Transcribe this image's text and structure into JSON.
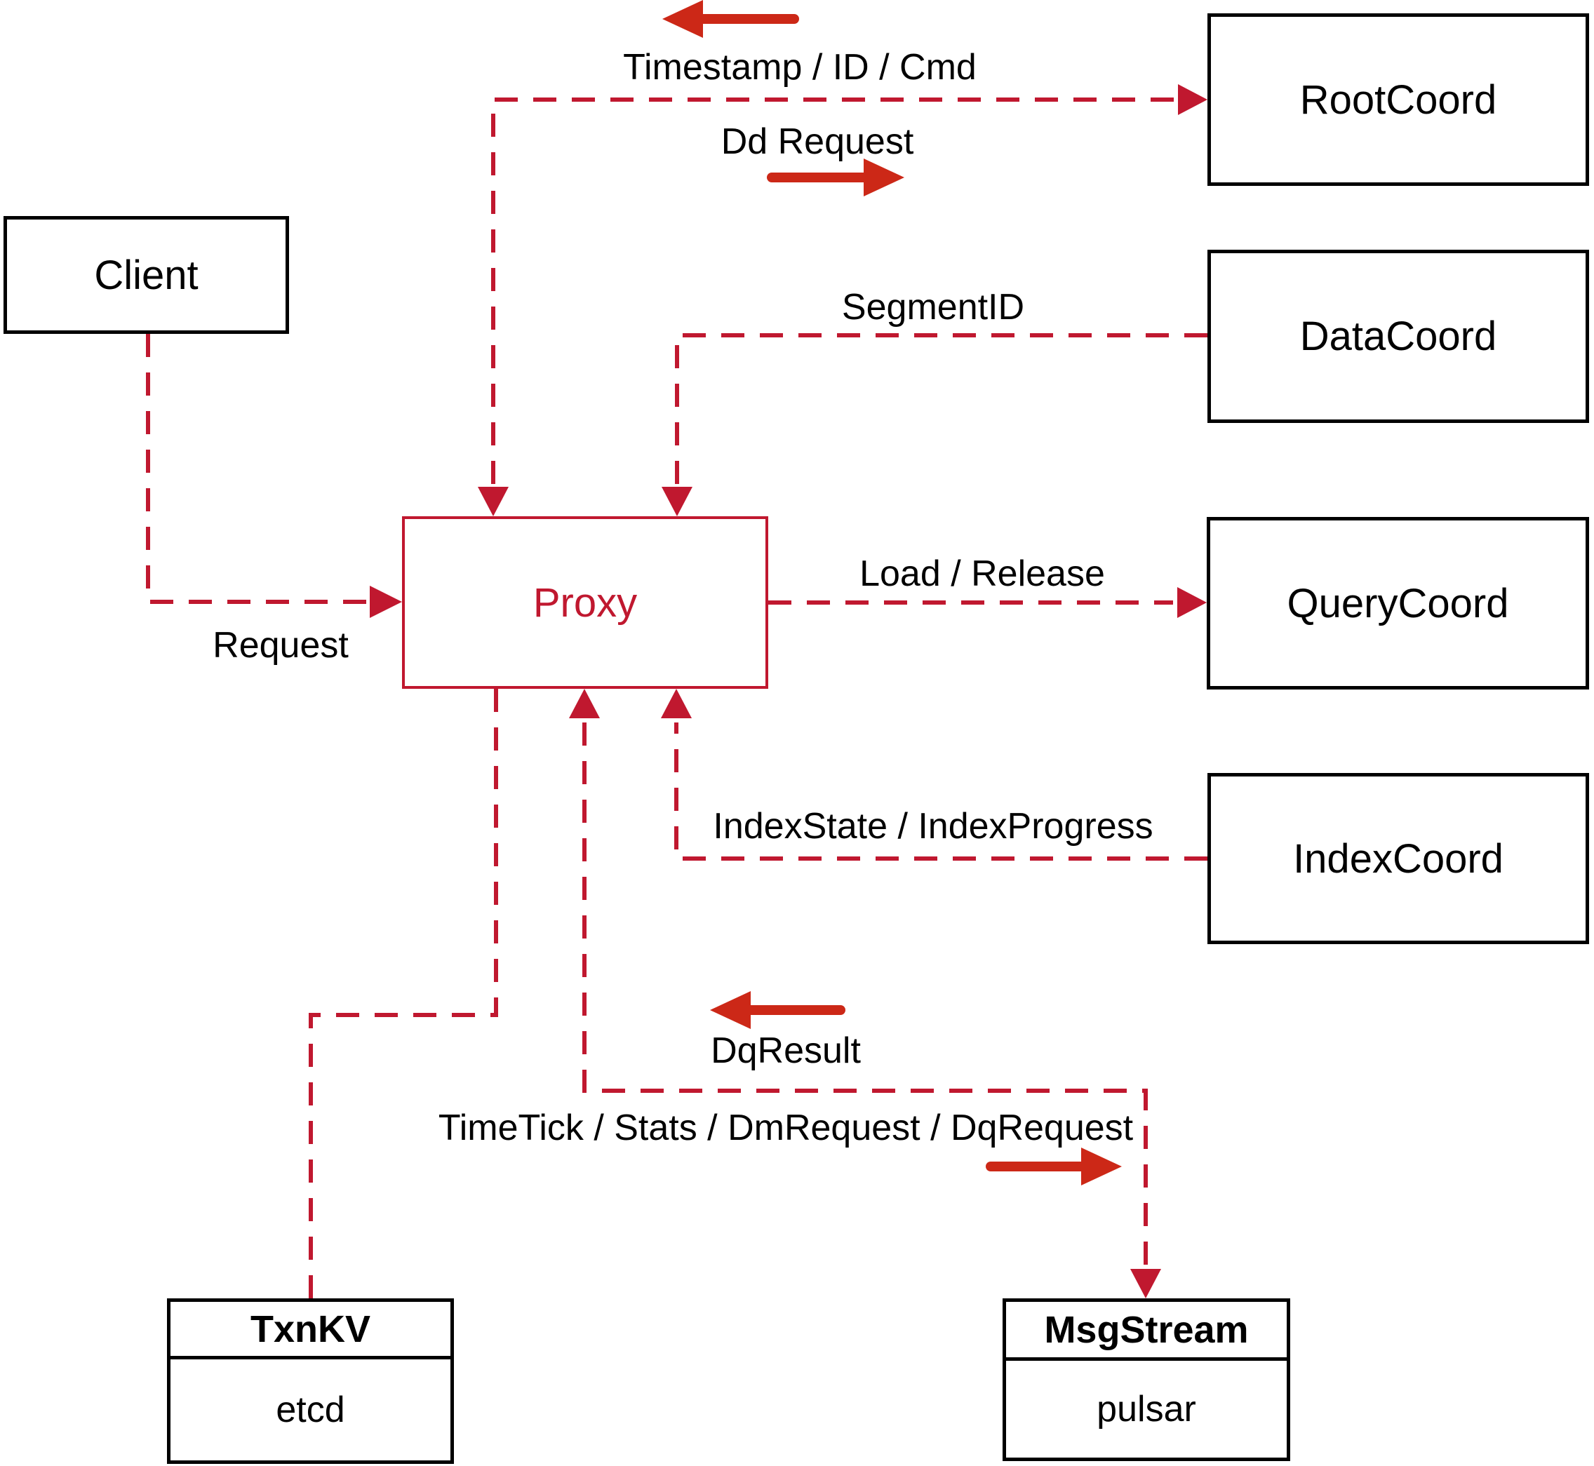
{
  "colors": {
    "line_red": "#c0182f",
    "arrow_red": "#cc2817",
    "box_border": "#000000",
    "text": "#000000",
    "bg": "#ffffff"
  },
  "nodes": {
    "client": {
      "label": "Client"
    },
    "root_coord": {
      "label": "RootCoord"
    },
    "data_coord": {
      "label": "DataCoord"
    },
    "query_coord": {
      "label": "QueryCoord"
    },
    "index_coord": {
      "label": "IndexCoord"
    },
    "proxy": {
      "label": "Proxy"
    },
    "txn_kv": {
      "title": "TxnKV",
      "subtitle": "etcd"
    },
    "msg_stream": {
      "title": "MsgStream",
      "subtitle": "pulsar"
    }
  },
  "edges": {
    "request": {
      "label": "Request"
    },
    "timestamp": {
      "label": "Timestamp / ID / Cmd"
    },
    "dd_request": {
      "label": "Dd Request"
    },
    "segment_id": {
      "label": "SegmentID"
    },
    "load_release": {
      "label": "Load / Release"
    },
    "index_state": {
      "label": "IndexState / IndexProgress"
    },
    "dq_result": {
      "label": "DqResult"
    },
    "time_tick": {
      "label": "TimeTick / Stats / DmRequest / DqRequest"
    }
  }
}
